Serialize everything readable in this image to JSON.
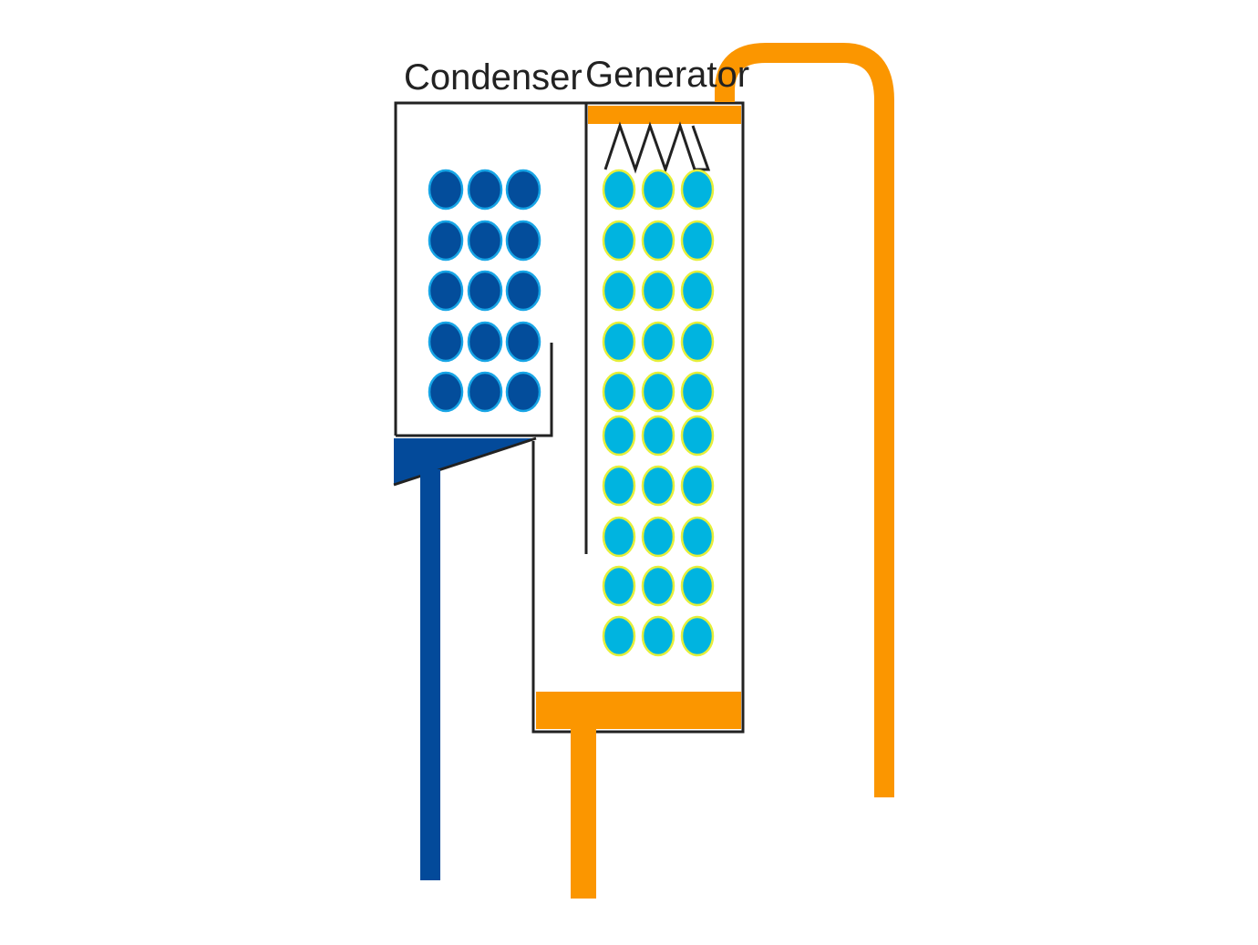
{
  "labels": {
    "condenser": "Condenser",
    "generator": "Generator"
  },
  "colors": {
    "outline": "#222222",
    "condenser_tube_fill": "#034d9b",
    "condenser_tube_stroke": "#17a5e6",
    "generator_tube_fill": "#00b4e0",
    "generator_tube_stroke": "#e6ef3a",
    "hot_pipe": "#fb9600",
    "condensate_pipe": "#034a9a"
  },
  "condenser_tubes": {
    "rows": 5,
    "columns": 3
  },
  "generator_tubes": {
    "rows": 10,
    "columns": 3
  },
  "spray_nozzles": 3
}
